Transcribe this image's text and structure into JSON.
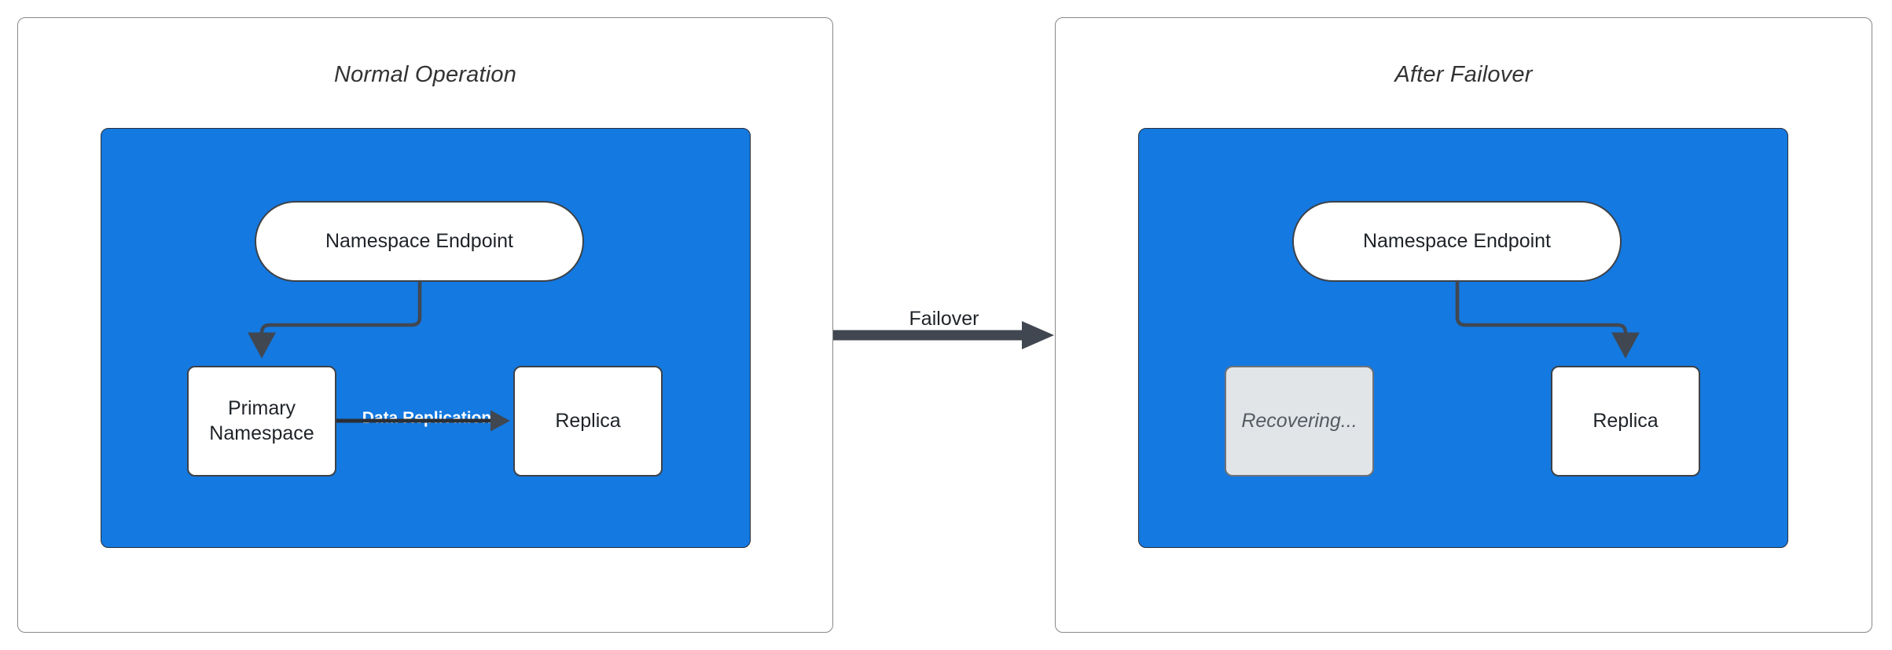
{
  "diagram": {
    "title_hidden": "",
    "colors": {
      "region_blue": "#1479e0",
      "node_stroke": "#3d4147",
      "panel_border": "#888888",
      "dim_fill": "#e2e5e8",
      "dim_text": "#555b62",
      "arrow": "#414750",
      "label_on_blue": "#ffffff",
      "background": "#ffffff"
    }
  },
  "panels": [
    {
      "id": "normal-operation",
      "title": "Normal Operation",
      "region": {
        "label": "",
        "nodes": [
          {
            "id": "endpoint",
            "label": "Namespace Endpoint",
            "shape": "pill",
            "state": "active"
          },
          {
            "id": "primary",
            "label": "Primary\nNamespace",
            "line1": "Primary",
            "line2": "Namespace",
            "shape": "rect",
            "state": "active"
          },
          {
            "id": "replica",
            "label": "Replica",
            "shape": "rect",
            "state": "active"
          }
        ],
        "edges": [
          {
            "id": "endpoint-to-primary",
            "from": "endpoint",
            "to": "primary",
            "label": "",
            "style": "elbow-arrow"
          },
          {
            "id": "primary-to-replica",
            "from": "primary",
            "to": "replica",
            "label": "Data Replication",
            "style": "straight-arrow"
          }
        ]
      }
    },
    {
      "id": "after-failover",
      "title": "After Failover",
      "region": {
        "label": "",
        "nodes": [
          {
            "id": "endpoint2",
            "label": "Namespace Endpoint",
            "shape": "pill",
            "state": "active"
          },
          {
            "id": "recovering",
            "label": "Recovering...",
            "shape": "rect",
            "state": "dimmed"
          },
          {
            "id": "replica2",
            "label": "Replica",
            "shape": "rect",
            "state": "active"
          }
        ],
        "edges": [
          {
            "id": "endpoint-to-replica",
            "from": "endpoint2",
            "to": "replica2",
            "label": "",
            "style": "elbow-arrow"
          }
        ]
      }
    }
  ],
  "transition": {
    "label": "Failover",
    "direction": "left-to-right",
    "style": "thick-arrow"
  }
}
